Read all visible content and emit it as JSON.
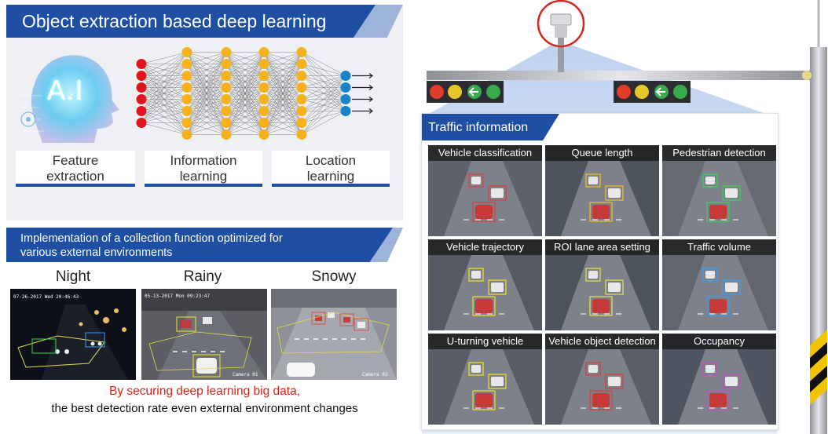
{
  "deep_learning": {
    "title": "Object extraction based deep learning",
    "ai_label": "A.I",
    "stages": [
      {
        "line1": "Feature",
        "line2": "extraction"
      },
      {
        "line1": "Information",
        "line2": "learning"
      },
      {
        "line1": "Location",
        "line2": "learning"
      }
    ],
    "colors": {
      "input_node": "#e0151f",
      "hidden_node": "#f6b21b",
      "output_node": "#1784c8",
      "banner": "#1f4fa3"
    }
  },
  "environments": {
    "title_line1": "Implementation of a collection function optimized for",
    "title_line2": "various external environments",
    "conditions": [
      {
        "label": "Night",
        "overlay": "07-26-2017 Wed 20:46:43"
      },
      {
        "label": "Rainy",
        "overlay": "05-13-2017 Mon 09:23:47",
        "camera": "Camera 01"
      },
      {
        "label": "Snowy",
        "camera": "Camera 02"
      }
    ],
    "footer_highlight": "By securing deep learning big data,",
    "footer_text": "the best detection rate even external environment changes"
  },
  "traffic": {
    "title": "Traffic information",
    "tiles": [
      "Vehicle classification",
      "Queue length",
      "Pedestrian detection",
      "Vehicle trajectory",
      "ROI lane area setting",
      "Traffic volume",
      "U-turning vehicle",
      "Vehicle object detection",
      "Occupancy"
    ]
  }
}
